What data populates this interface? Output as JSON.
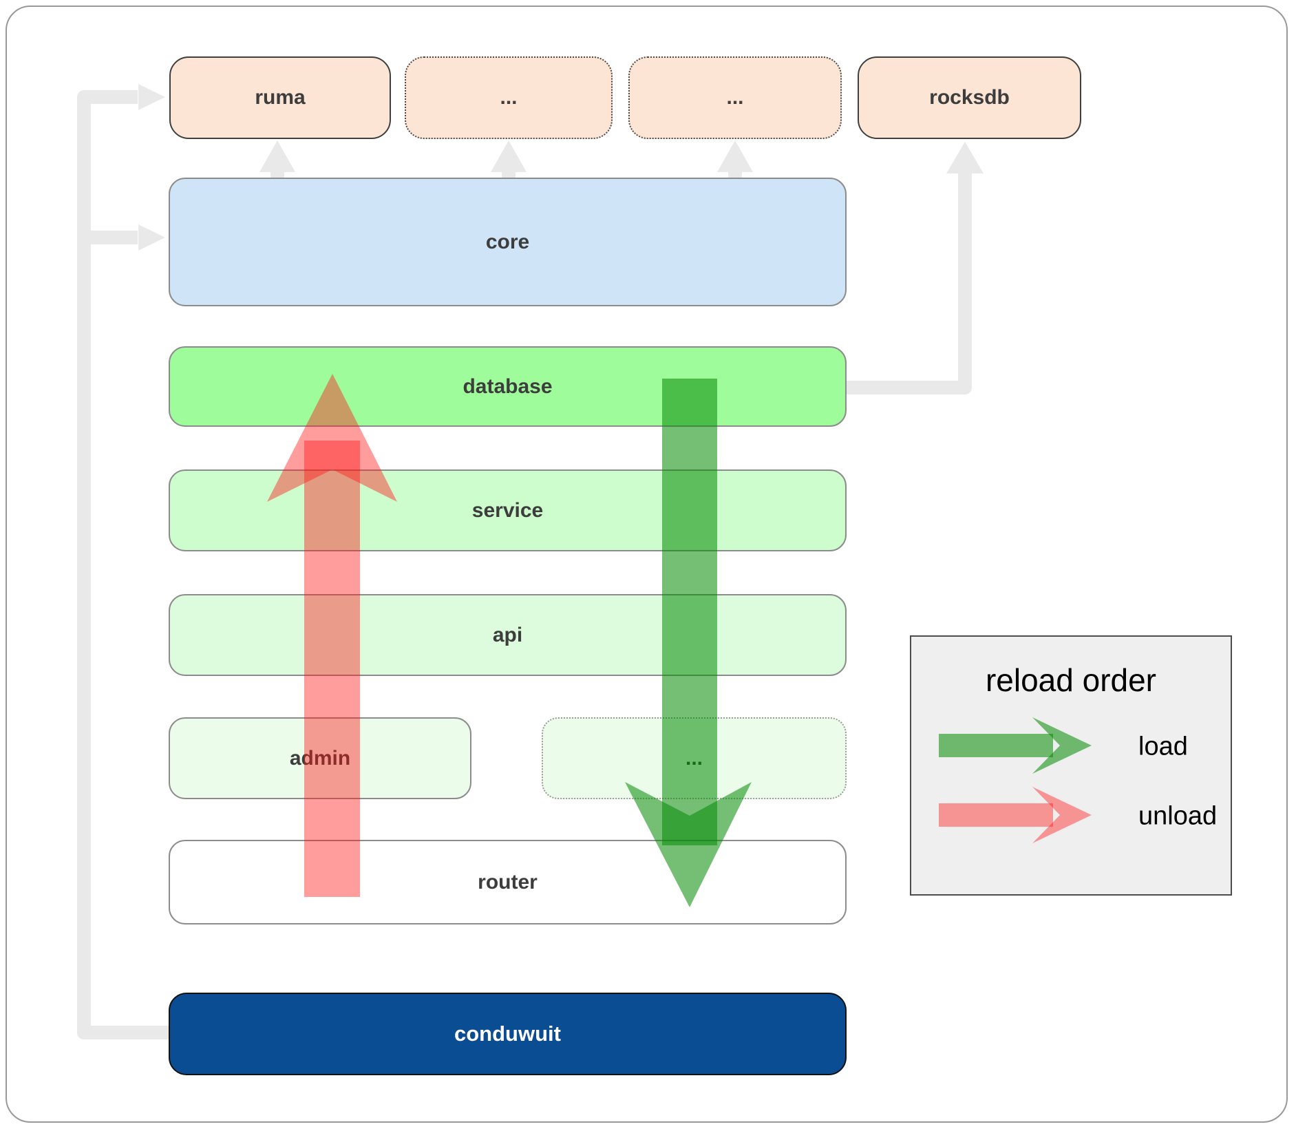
{
  "diagram_title": "conduwuit module architecture / reload order",
  "top_row": [
    {
      "label": "ruma",
      "border": "solid"
    },
    {
      "label": "...",
      "border": "dotted"
    },
    {
      "label": "...",
      "border": "dotted"
    },
    {
      "label": "rocksdb",
      "border": "solid"
    }
  ],
  "layers": {
    "core": "core",
    "database": "database",
    "service": "service",
    "api": "api",
    "admin": "admin",
    "admin_dots": "...",
    "router": "router",
    "app": "conduwuit"
  },
  "legend": {
    "title": "reload order",
    "load_label": "load",
    "unload_label": "unload"
  },
  "colors": {
    "peach_box": "#fce5d4",
    "core_box": "#d0e4f7",
    "database_box": "#9ffc9b",
    "service_box": "#cdfccd",
    "api_box": "#ddfcdd",
    "admin_box": "#ebfceb",
    "router_box": "#ffffff",
    "conduwuit_box": "#0b4d92",
    "load_arrow_green": "#038a03",
    "unload_arrow_red": "#ff1616",
    "connector_gray": "#e9e9e9",
    "legend_bg": "#efefef",
    "label_text": "#3d3d3d"
  }
}
